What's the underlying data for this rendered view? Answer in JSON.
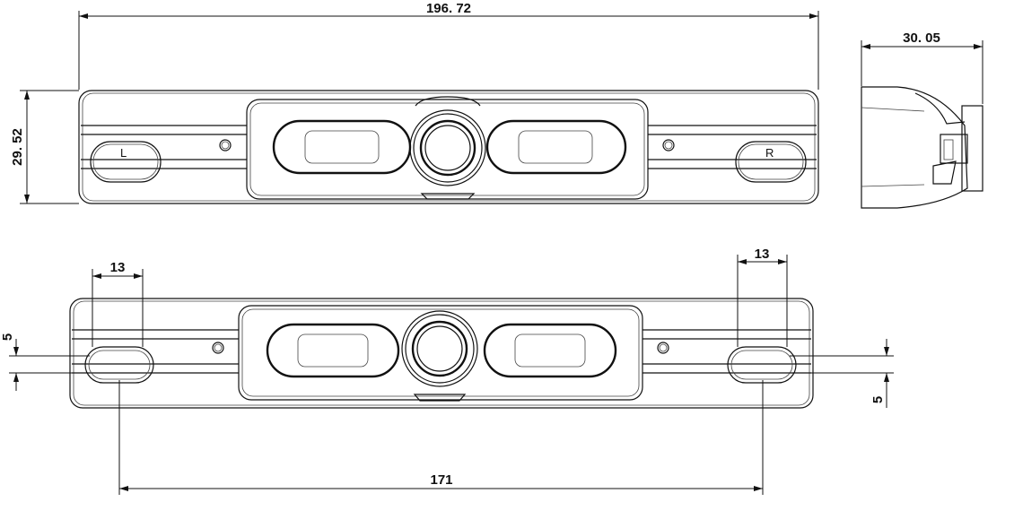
{
  "drawing": {
    "front_view": {
      "width_dim": "196. 72",
      "height_dim": "29. 52",
      "left_mark": "L",
      "right_mark": "R"
    },
    "side_view": {
      "depth_dim": "30. 05"
    },
    "bottom_view": {
      "hole_width_left": "13",
      "hole_width_right": "13",
      "hole_height_left": "5",
      "hole_height_right": "5",
      "hole_spacing": "171"
    }
  }
}
